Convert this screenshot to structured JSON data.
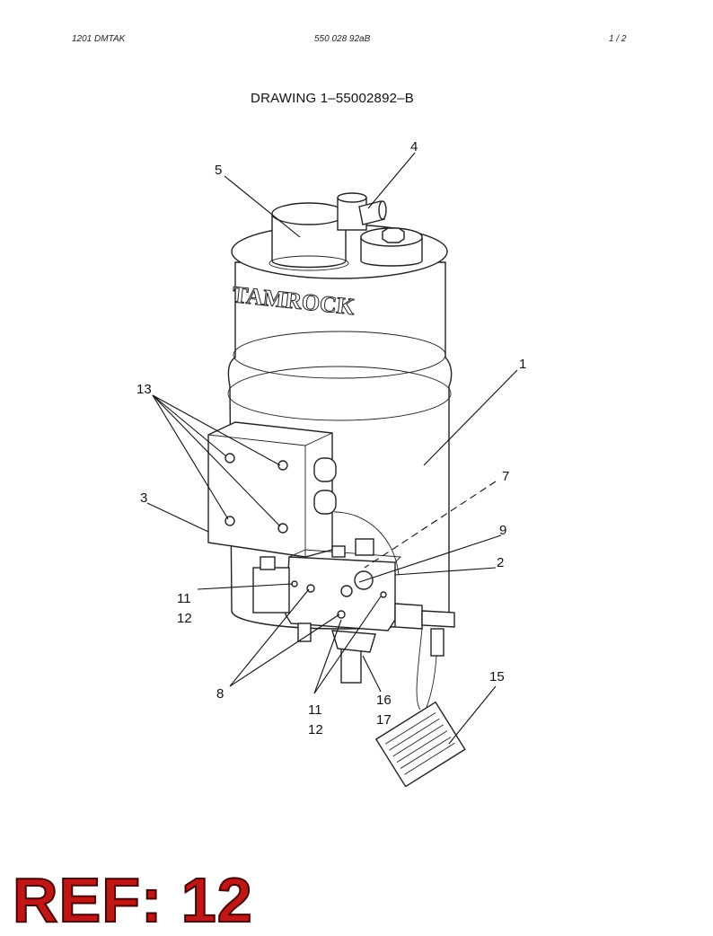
{
  "header": {
    "left": "1201   DMTAK",
    "center": "550 028 92aB",
    "right": "1 /   2"
  },
  "title": "DRAWING 1–55002892–B",
  "brand_logo_text": "TAMROCK",
  "callouts": {
    "c1": "1",
    "c2": "2",
    "c3": "3",
    "c4": "4",
    "c5": "5",
    "c7": "7",
    "c8": "8",
    "c9": "9",
    "c11a": "11",
    "c12a": "12",
    "c11b": "11",
    "c12b": "12",
    "c13": "13",
    "c15": "15",
    "c16": "16",
    "c17": "17"
  },
  "ref_badge": "REF: 12"
}
